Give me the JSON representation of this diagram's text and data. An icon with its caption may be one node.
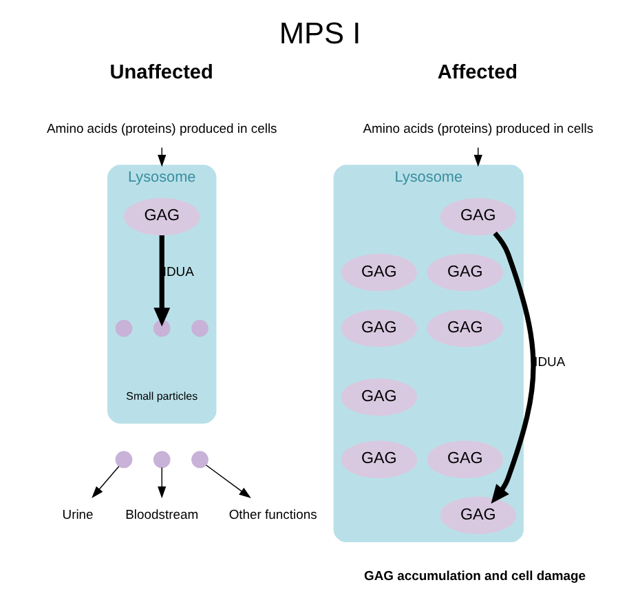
{
  "diagram": {
    "title": "MPS I",
    "nodes": [
      {
        "text": [
          "Amino acids (proteins) produced in cells"
        ]
      },
      {
        "text": [
          "Lysosome"
        ]
      },
      {
        "text": [
          "GAG"
        ],
        "in": 1
      },
      {
        "text": [],
        "shape": "circle",
        "in": 1
      },
      {
        "text": [],
        "shape": "circle",
        "in": 1
      },
      {
        "text": [],
        "shape": "circle",
        "in": 1
      },
      {
        "text": [],
        "shape": "circle"
      },
      {
        "text": [],
        "shape": "circle"
      },
      {
        "text": [],
        "shape": "circle"
      },
      {
        "text": [
          "Urine"
        ]
      },
      {
        "text": [
          "Bloodstream"
        ]
      },
      {
        "text": [
          "Other functions"
        ]
      },
      {
        "text": [
          "Amino acids (proteins) produced in cells"
        ]
      },
      {
        "text": [
          "Lysosome"
        ]
      },
      {
        "text": [
          "GAG"
        ],
        "in": 13
      },
      {
        "text": [
          "GAG"
        ],
        "in": 13
      },
      {
        "text": [
          "GAG"
        ],
        "in": 13
      },
      {
        "text": [
          "GAG"
        ],
        "in": 13
      },
      {
        "text": [
          "GAG"
        ],
        "in": 13
      },
      {
        "text": [
          "GAG"
        ],
        "in": 13
      },
      {
        "text": [
          "GAG"
        ],
        "in": 13
      },
      {
        "text": [
          "GAG"
        ],
        "in": 13
      },
      {
        "text": [
          "GAG"
        ],
        "in": 13
      }
    ],
    "edges": [
      {
        "from": 0,
        "to": 1,
        "arrow": "to"
      },
      {
        "from": 2,
        "to": 4,
        "arrow": "to",
        "label": "IDUA",
        "style": "thick"
      },
      {
        "from": 6,
        "to": 9,
        "arrow": "to"
      },
      {
        "from": 7,
        "to": 10,
        "arrow": "to"
      },
      {
        "from": 8,
        "to": 11,
        "arrow": "to"
      },
      {
        "from": 12,
        "to": 13,
        "arrow": "to"
      },
      {
        "from": 14,
        "to": 22,
        "arrow": "to",
        "label": "IDUA",
        "style": "thick"
      }
    ],
    "labels": [
      "Unaffected",
      "Affected",
      "Small particles",
      "GAG accumulation and cell damage"
    ]
  }
}
